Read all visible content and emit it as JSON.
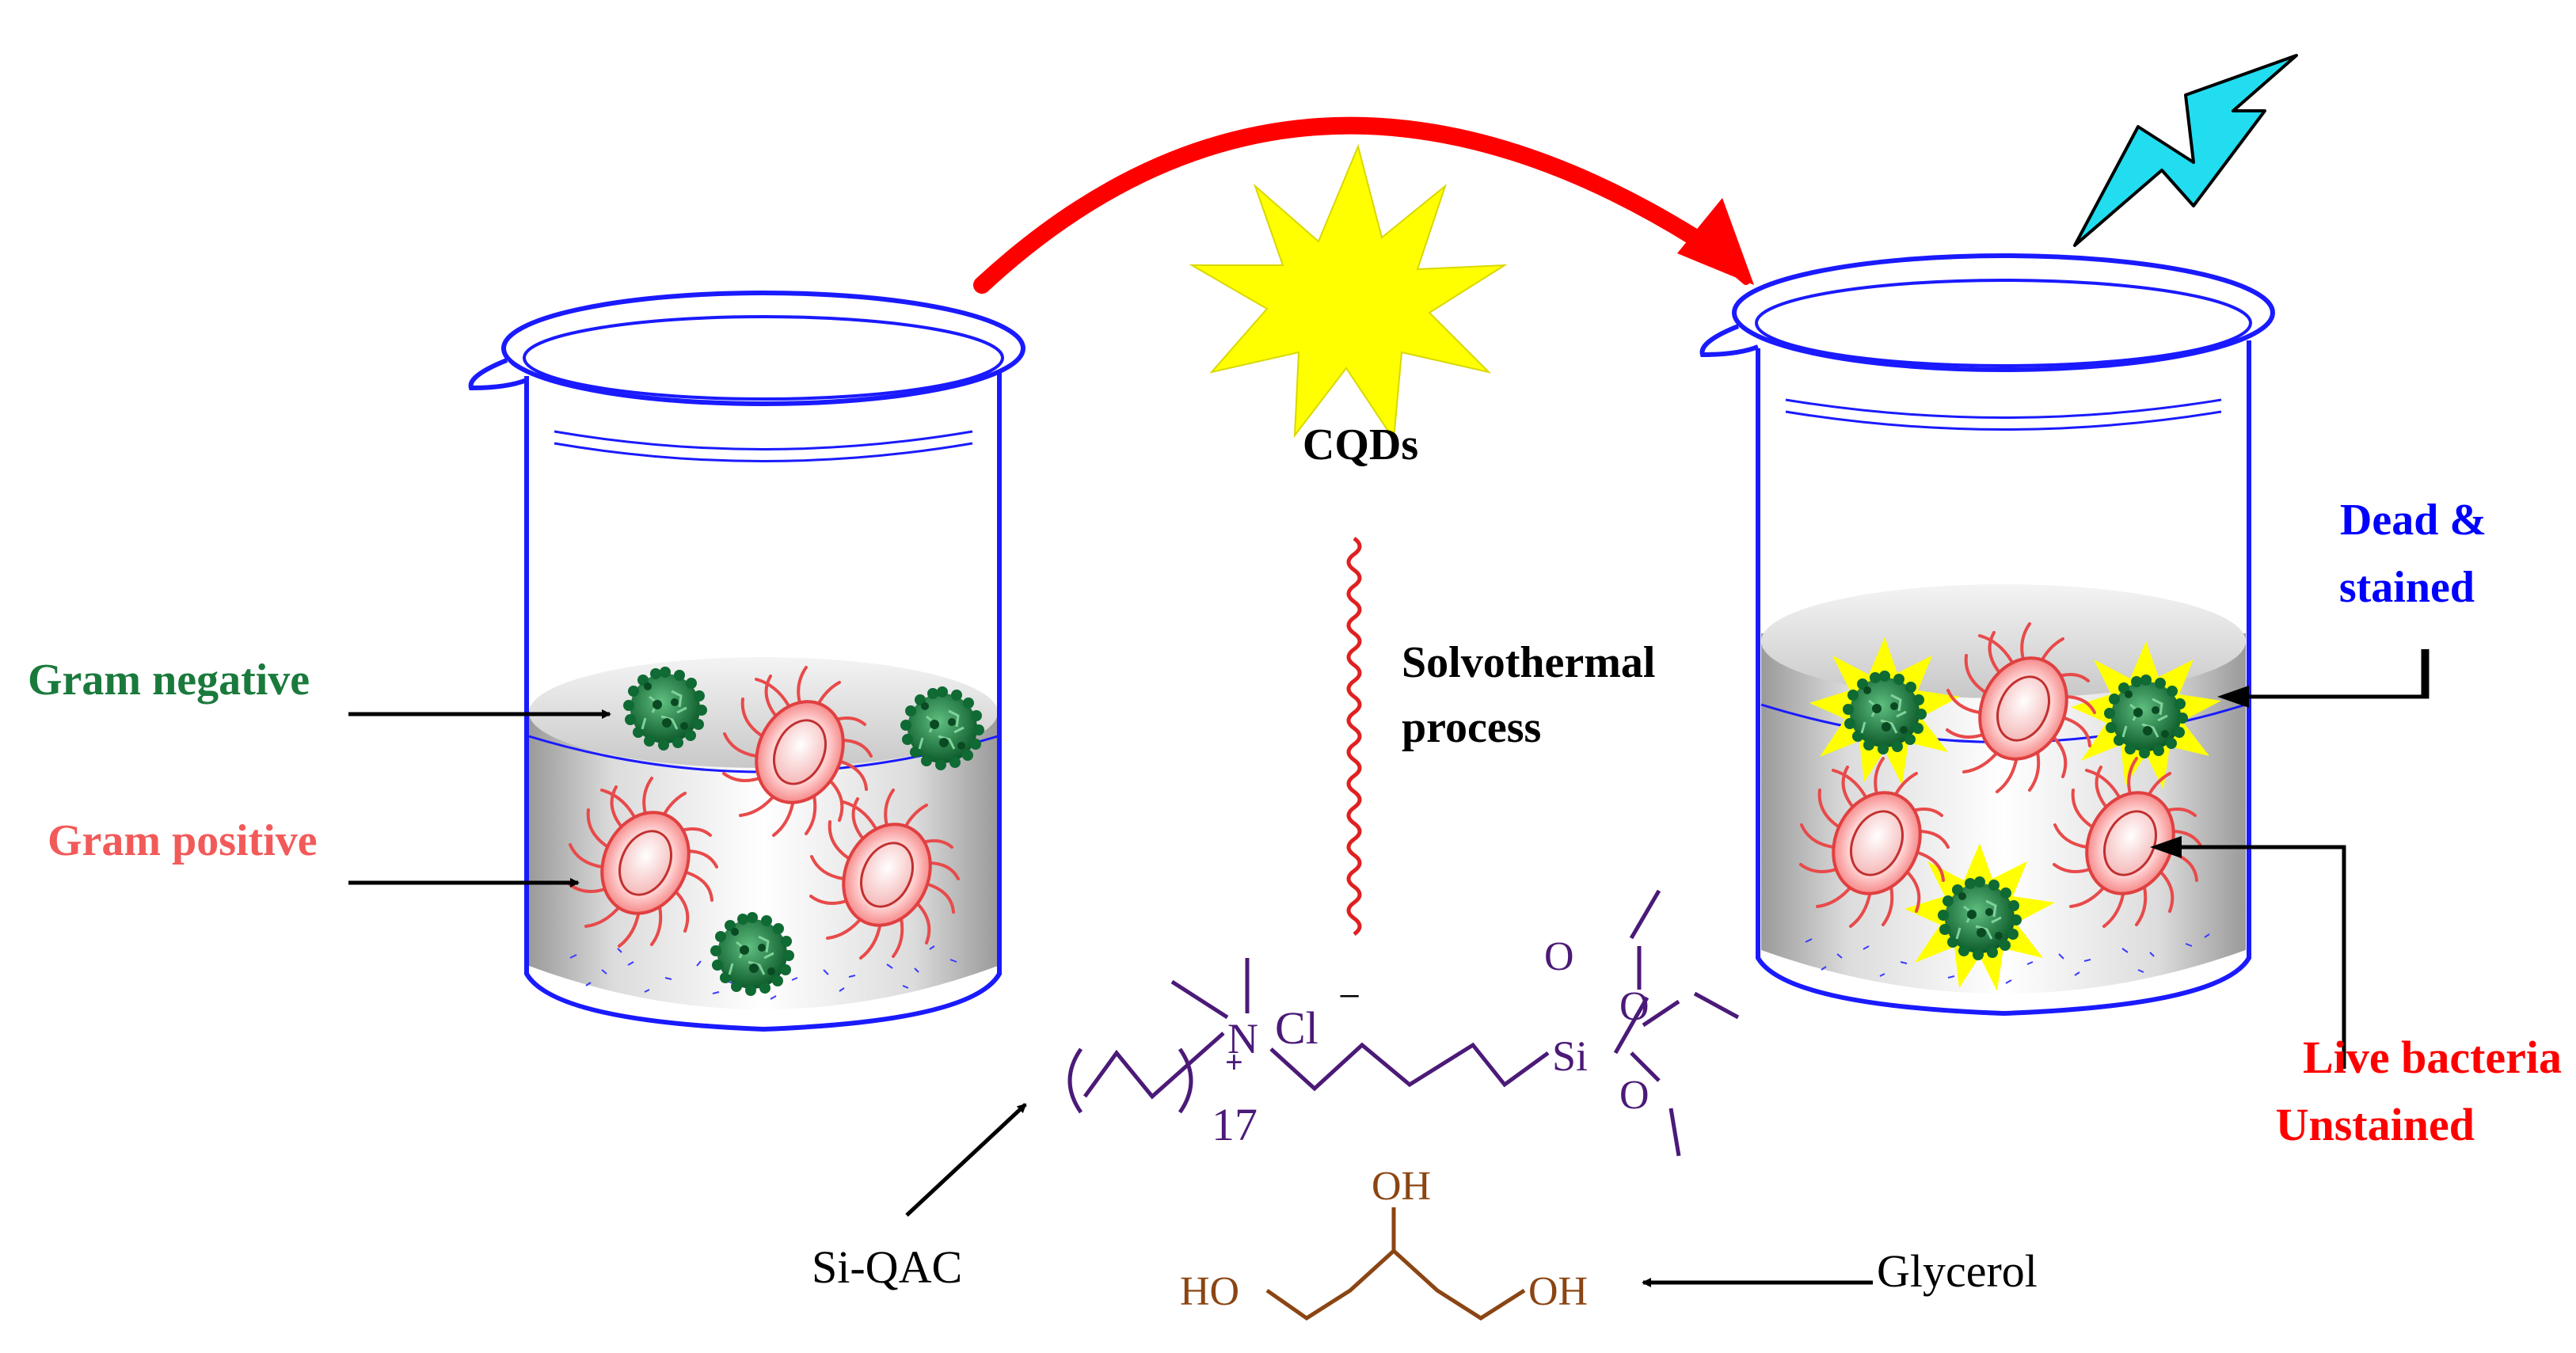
{
  "labels": {
    "cqds": "CQDs",
    "solvothermal_line1": "Solvothermal",
    "solvothermal_line2": "process",
    "gram_negative": "Gram negative",
    "gram_positive": "Gram positive",
    "dead_line1": "Dead &",
    "dead_line2": "stained",
    "live_line1": "Live bacteria",
    "live_line2": "Unstained",
    "si_qac": "Si-QAC",
    "glycerol": "Glycerol"
  },
  "chemistry": {
    "n_plus": "N",
    "plus_sign": "+",
    "chloride": "Cl",
    "minus_sign": "−",
    "subscript_17": "17",
    "silicon": "Si",
    "oxygen_1": "O",
    "oxygen_2": "O",
    "oxygen_3": "O",
    "oh_top": "OH",
    "ho_left": "HO",
    "oh_right": "OH"
  },
  "colors": {
    "beaker": "#1a1aff",
    "arrow_red": "#ff0000",
    "gram_negative_text": "#1a7a3c",
    "gram_positive_text": "#f25a5a",
    "dead_text": "#0000ff",
    "live_text": "#ff0000",
    "sun": "#ffff00",
    "lightning": "#22ddf0",
    "si_qac_structure": "#4b1a78",
    "glycerol_structure": "#8b4513",
    "wave": "#e02020"
  }
}
